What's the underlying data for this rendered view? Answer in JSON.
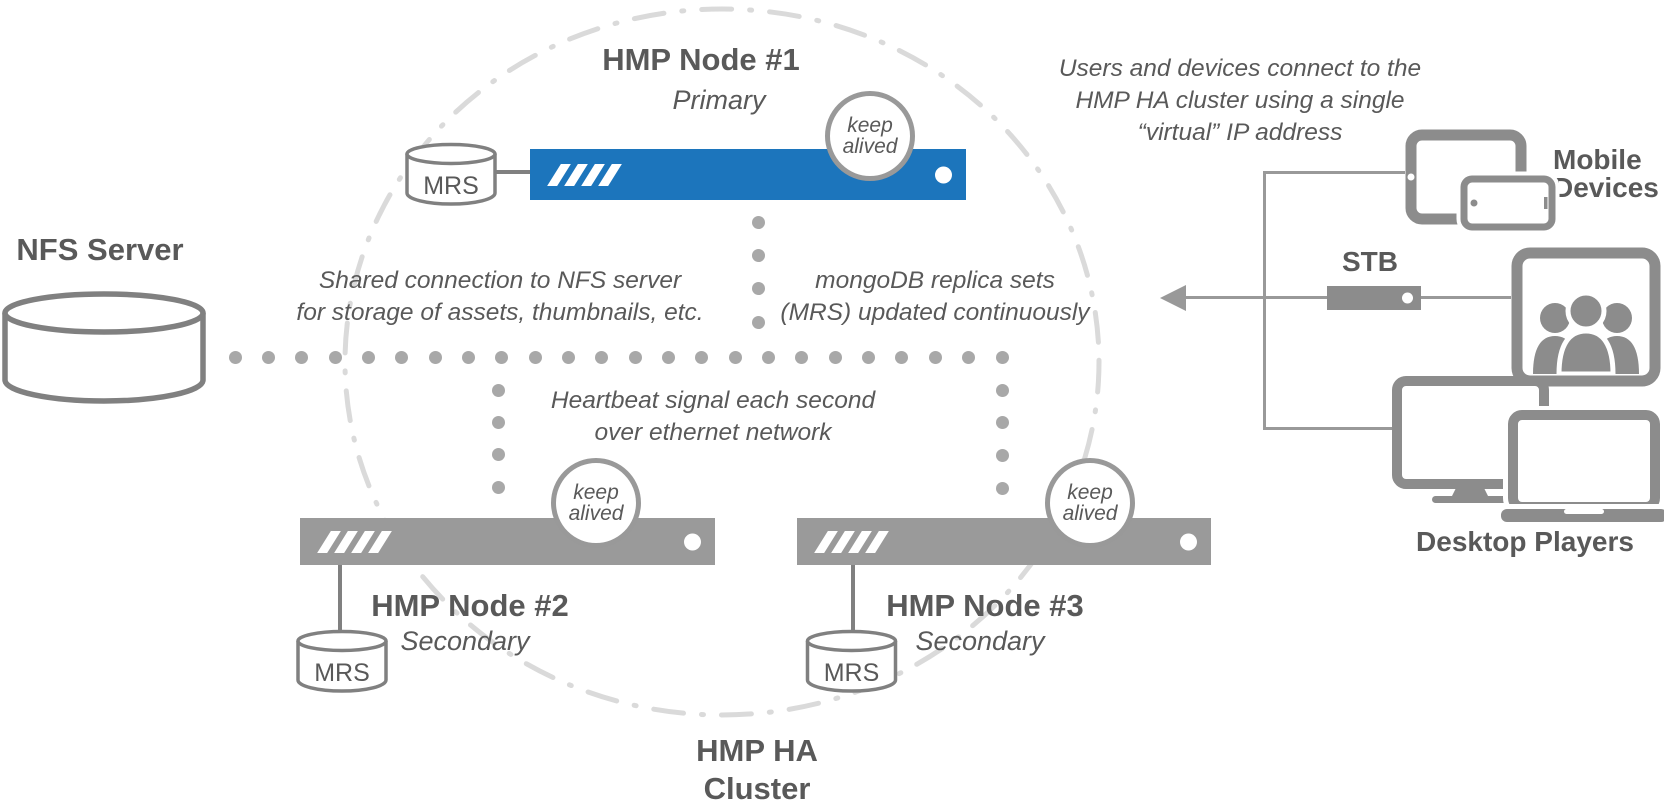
{
  "cluster": {
    "label_line1": "HMP HA",
    "label_line2": "Cluster",
    "nodes": [
      {
        "title": "HMP Node #1",
        "role": "Primary",
        "mrs_label": "MRS",
        "keepalive_line1": "keep",
        "keepalive_line2": "alived"
      },
      {
        "title": "HMP Node #2",
        "role": "Secondary",
        "mrs_label": "MRS",
        "keepalive_line1": "keep",
        "keepalive_line2": "alived"
      },
      {
        "title": "HMP Node #3",
        "role": "Secondary",
        "mrs_label": "MRS",
        "keepalive_line1": "keep",
        "keepalive_line2": "alived"
      }
    ]
  },
  "nfs": {
    "label": "NFS Server"
  },
  "annotations": {
    "shared_line1": "Shared connection to NFS server",
    "shared_line2": "for storage of assets, thumbnails, etc.",
    "mongo_line1": "mongoDB replica sets",
    "mongo_line2": "(MRS) updated continuously",
    "heartbeat_line1": "Heartbeat signal each second",
    "heartbeat_line2": "over ethernet network",
    "virtual_ip_line1": "Users and devices connect to the",
    "virtual_ip_line2": "HMP HA cluster using a single",
    "virtual_ip_line3": "“virtual” IP address"
  },
  "devices": {
    "mobile_line1": "Mobile",
    "mobile_line2": "Devices",
    "stb_label": "STB",
    "desktop_label": "Desktop Players"
  },
  "colors": {
    "primary_blue": "#1C75BC",
    "server_gray": "#9A9A9A",
    "icon_gray": "#8C8C8C",
    "text_dark": "#595959",
    "dot_gray": "#A8A8A8",
    "ring_gray": "#DADADA"
  }
}
